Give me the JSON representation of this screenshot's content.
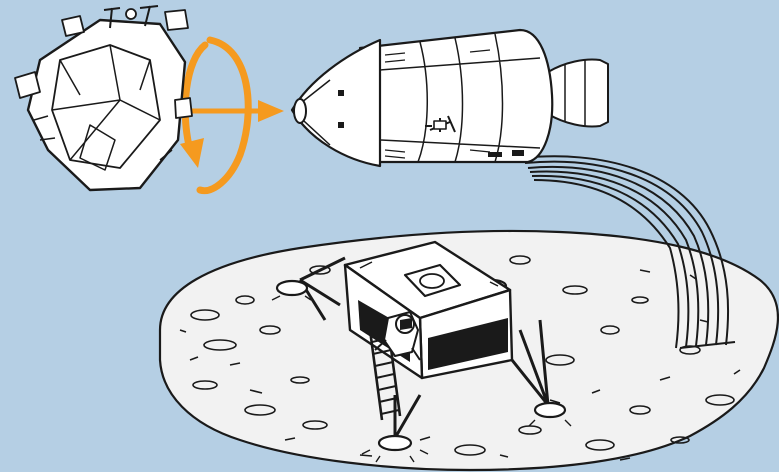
{
  "figure": {
    "background": "#b5cfe4",
    "line_color": "#1a1a1a",
    "fill_color": "#ffffff",
    "accent_color": "#f59a1f",
    "moon_shade": "#f2f2f2",
    "parts": [
      "lunar-module-ascent-stage",
      "rotation-arrow",
      "docking-arrow",
      "command-service-module",
      "trajectory-streak",
      "lunar-surface",
      "lunar-module-descent-stage",
      "ladder",
      "astronaut"
    ]
  }
}
